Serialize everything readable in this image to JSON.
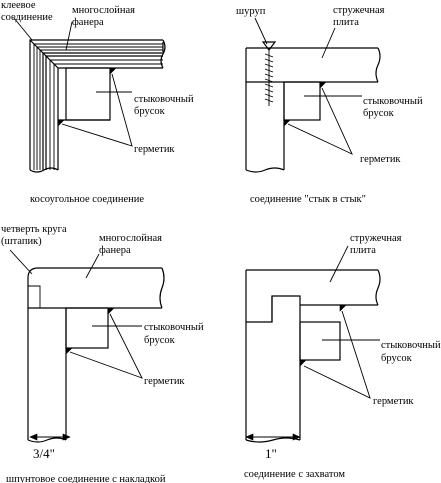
{
  "panel_1": {
    "label_glued_joint": [
      "клеевое",
      "соединение"
    ],
    "label_plywood": [
      "многослойная",
      "фанера"
    ],
    "label_joint_block": [
      "стыковочный",
      "брусок"
    ],
    "label_sealant": "герметик",
    "caption": "косоугольное соединение"
  },
  "panel_2": {
    "label_screw": "шуруп",
    "label_particleboard": [
      "стружечная",
      "плита"
    ],
    "label_joint_block": [
      "стыковочный",
      "брусок"
    ],
    "label_sealant": "герметик",
    "caption": "соединение \"стык в стык\""
  },
  "panel_3": {
    "label_quarter_round": [
      "четверть круга",
      "(штапик)"
    ],
    "label_plywood": [
      "многослойная",
      "фанера"
    ],
    "label_joint_block": [
      "стыковочный",
      "брусок"
    ],
    "label_sealant": "герметик",
    "dimension": "3/4\"",
    "caption": "шпунтовое соединение с накладкой"
  },
  "panel_4": {
    "label_particleboard": [
      "стружечная",
      "плита"
    ],
    "label_joint_block": [
      "стыковочный",
      "брусок"
    ],
    "label_sealant": "герметик",
    "dimension": "1\"",
    "caption": "соединение с захватом"
  }
}
